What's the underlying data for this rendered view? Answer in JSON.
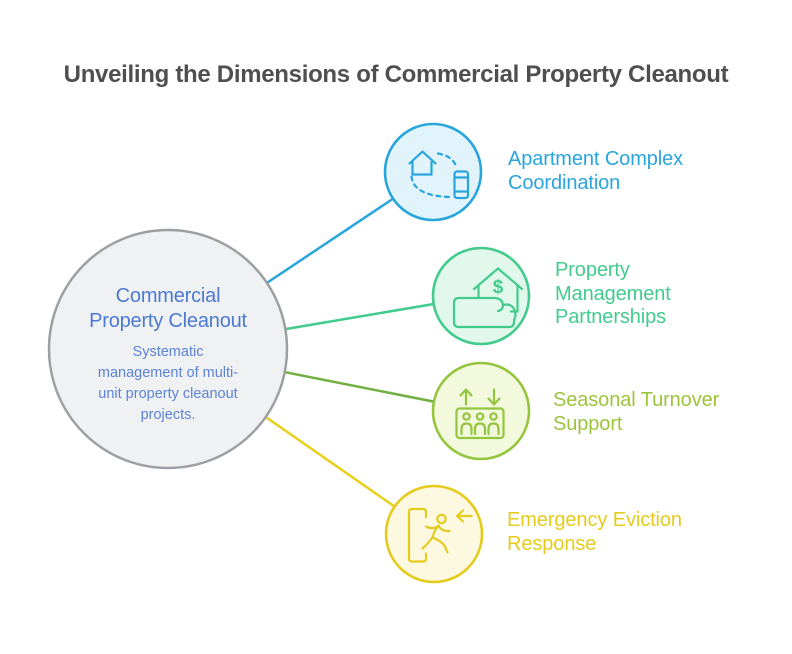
{
  "title": {
    "text": "Unveiling the Dimensions of Commercial Property Cleanout",
    "color": "#4F4F4F"
  },
  "center": {
    "title": "Commercial\nProperty Cleanout",
    "description": "Systematic\nmanagement of multi-\nunit property cleanout\nprojects.",
    "title_color": "#4B79D3",
    "description_color": "#5C83D8",
    "circle_fill": "#F0F1F3",
    "circle_stroke": "#9CA0A4"
  },
  "nodes": [
    {
      "id": "apartment-complex-coordination",
      "label": "Apartment Complex\nCoordination",
      "icon": "house-phone-sync-icon",
      "color": "#29A5DD",
      "fill": "#E1F4FB",
      "line_color": "#29A5DD"
    },
    {
      "id": "property-management-partnerships",
      "label": "Property\nManagement\nPartnerships",
      "icon": "hand-house-dollar-icon",
      "dollar_sign": "$",
      "color": "#42CB8D",
      "fill": "#E2F8EC",
      "line_color": "#42CB8D"
    },
    {
      "id": "seasonal-turnover-support",
      "label": "Seasonal Turnover\nSupport",
      "icon": "elevator-people-icon",
      "color": "#95C53F",
      "text_color": "#9DC43C",
      "fill": "#F2F9DC",
      "line_color": "#72B043"
    },
    {
      "id": "emergency-eviction-response",
      "label": "Emergency Eviction\nResponse",
      "icon": "door-exit-runner-icon",
      "color": "#E5CB1C",
      "fill": "#FDF9E1",
      "line_color": "#E8D01F"
    }
  ]
}
